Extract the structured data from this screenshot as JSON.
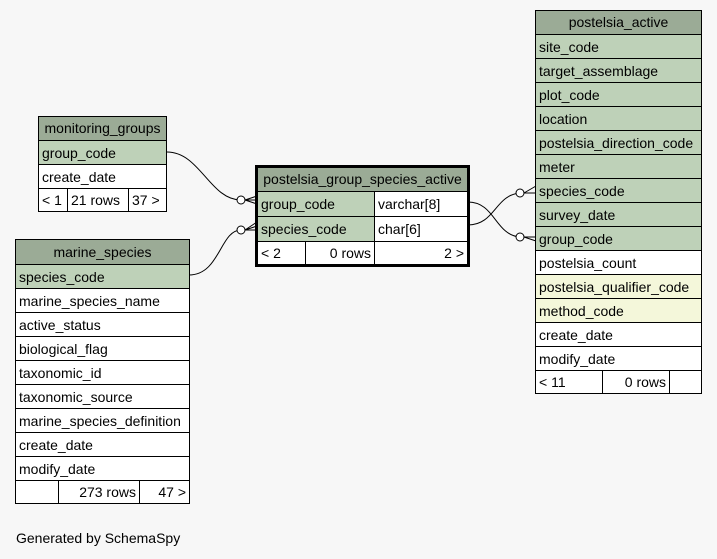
{
  "tables": {
    "monitoring_groups": {
      "title": "monitoring_groups",
      "columns": [
        {
          "name": "group_code",
          "kind": "key"
        },
        {
          "name": "create_date",
          "kind": "plain"
        }
      ],
      "footer": [
        "< 1",
        "21 rows",
        "37 >"
      ]
    },
    "marine_species": {
      "title": "marine_species",
      "columns": [
        {
          "name": "species_code",
          "kind": "key"
        },
        {
          "name": "marine_species_name",
          "kind": "plain"
        },
        {
          "name": "active_status",
          "kind": "plain"
        },
        {
          "name": "biological_flag",
          "kind": "plain"
        },
        {
          "name": "taxonomic_id",
          "kind": "plain"
        },
        {
          "name": "taxonomic_source",
          "kind": "plain"
        },
        {
          "name": "marine_species_definition",
          "kind": "plain"
        },
        {
          "name": "create_date",
          "kind": "plain"
        },
        {
          "name": "modify_date",
          "kind": "plain"
        }
      ],
      "footer": [
        "",
        "273 rows",
        "47 >"
      ]
    },
    "postelsia_group_species_active": {
      "title": "postelsia_group_species_active",
      "columns": [
        {
          "name": "group_code",
          "type": "varchar[8]",
          "kind": "key"
        },
        {
          "name": "species_code",
          "type": "char[6]",
          "kind": "key"
        }
      ],
      "footer": [
        "< 2",
        "0 rows",
        "2 >"
      ]
    },
    "postelsia_active": {
      "title": "postelsia_active",
      "columns": [
        {
          "name": "site_code",
          "kind": "key"
        },
        {
          "name": "target_assemblage",
          "kind": "key"
        },
        {
          "name": "plot_code",
          "kind": "key"
        },
        {
          "name": "location",
          "kind": "key"
        },
        {
          "name": "postelsia_direction_code",
          "kind": "key"
        },
        {
          "name": "meter",
          "kind": "key"
        },
        {
          "name": "species_code",
          "kind": "key"
        },
        {
          "name": "survey_date",
          "kind": "key"
        },
        {
          "name": "group_code",
          "kind": "key"
        },
        {
          "name": "postelsia_count",
          "kind": "plain"
        },
        {
          "name": "postelsia_qualifier_code",
          "kind": "fk2"
        },
        {
          "name": "method_code",
          "kind": "fk2"
        },
        {
          "name": "create_date",
          "kind": "plain"
        },
        {
          "name": "modify_date",
          "kind": "plain"
        }
      ],
      "footer": [
        "< 11",
        "0 rows",
        ""
      ]
    }
  },
  "generated_by": "Generated by SchemaSpy"
}
